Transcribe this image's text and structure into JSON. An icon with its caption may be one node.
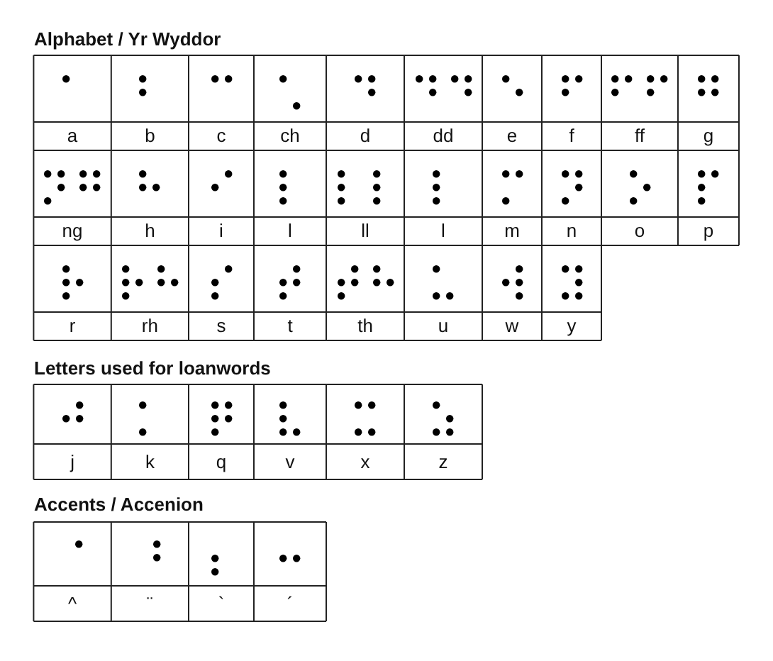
{
  "diagram": {
    "labels": [
      "Alphabet / Yr Wyddor",
      "a",
      "b",
      "c",
      "ch",
      "d",
      "dd",
      "e",
      "f",
      "ff",
      "g",
      "ng",
      "h",
      "i",
      "l",
      "ll",
      "l",
      "m",
      "n",
      "o",
      "p",
      "r",
      "rh",
      "s",
      "t",
      "th",
      "u",
      "w",
      "y",
      "Letters used for loanwords",
      "j",
      "k",
      "q",
      "v",
      "x",
      "z",
      "Accents / Accenion",
      "^",
      "¨",
      "`",
      "´"
    ]
  }
}
